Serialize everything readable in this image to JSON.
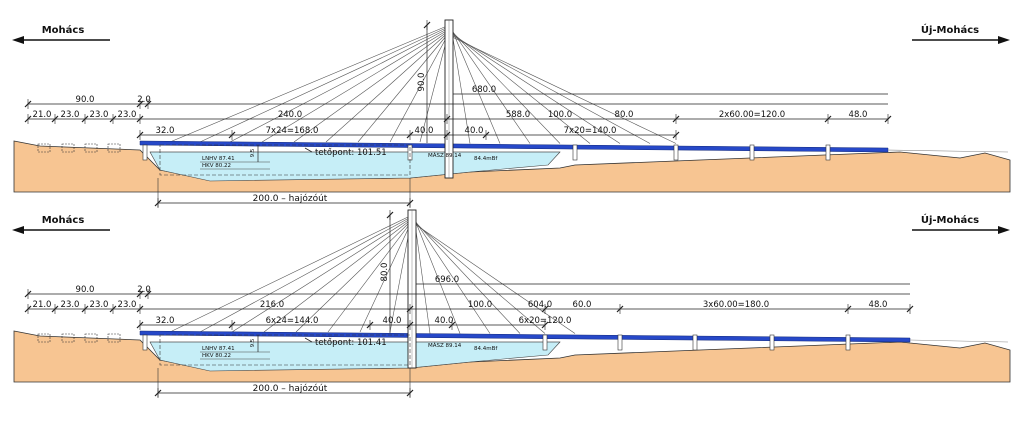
{
  "colors": {
    "soil": "#f7c592",
    "water": "#c6eef7",
    "deck": "#2648c8",
    "line": "#222222"
  },
  "elevations": [
    {
      "town_left": "Mohács",
      "town_right": "Új-Mohács",
      "row1": [
        "90.0",
        "2.0"
      ],
      "row2": [
        "21.0",
        "23.0",
        "23.0",
        "23.0",
        "240.0",
        "588.0",
        "100.0",
        "80.0",
        "2x60.00=120.0",
        "48.0"
      ],
      "row3": [
        "32.0",
        "7x24=168.0",
        "40.0",
        "40.0",
        "7x20=140.0"
      ],
      "pylon_height": "90.0",
      "total": "680.0",
      "tetopont": "tetőpont: 101.51",
      "lnhv": "LNHV 87.41",
      "hkv": "HKV 80.22",
      "masz": "MÁSZ 89.14",
      "underwater": "84.4mBf",
      "clear": "9.5",
      "fairway": "200.0 – hajózóút"
    },
    {
      "town_left": "Mohács",
      "town_right": "Új-Mohács",
      "row1": [
        "90.0",
        "2.0"
      ],
      "row2": [
        "21.0",
        "23.0",
        "23.0",
        "23.0",
        "216.0",
        "604.0",
        "100.0",
        "60.0",
        "3x60.00=180.0",
        "48.0"
      ],
      "row3": [
        "32.0",
        "6x24=144.0",
        "40.0",
        "40.0",
        "6x20=120.0"
      ],
      "pylon_height": "80.0",
      "total": "696.0",
      "tetopont": "tetőpont: 101.41",
      "lnhv": "LNHV 87.41",
      "hkv": "HKV 80.22",
      "masz": "MÁSZ 89.14",
      "underwater": "84.4mBf",
      "clear": "9.5",
      "fairway": "200.0 – hajózóút"
    }
  ]
}
